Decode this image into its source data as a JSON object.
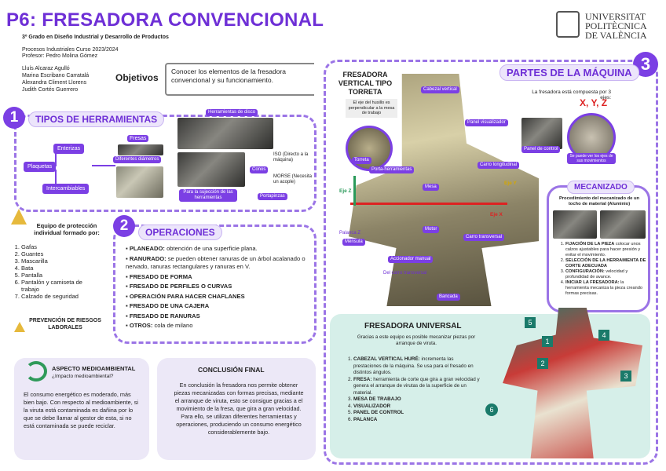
{
  "header": {
    "title": "P6: FRESADORA CONVENCIONAL",
    "degree": "3º Grado en Diseño Industrial y Desarrollo de Productos",
    "course": "Procesos Industriales Curso 2023/2024",
    "professor": "Profesor: Pedro Molina Gómez",
    "authors": [
      "Lluís Alcaraz Agulló",
      "Marina Escribano Carratalá",
      "Alexandra Climent Llorens",
      "Judith Cortés Guerrero"
    ],
    "university": [
      "UNIVERSITAT",
      "POLITÈCNICA",
      "DE VALÈNCIA"
    ]
  },
  "objetivos": {
    "label": "Objetivos",
    "text": "Conocer los elementos de la fresadora convencional y su funcionamiento."
  },
  "sec1": {
    "num": "1",
    "title": "TIPOS DE HERRAMIENTAS",
    "enterizas": "Enterizas",
    "plaquetas": "Plaquetas",
    "intercambiables": "Intercambiables",
    "fresas": "Fresas",
    "diferentes": "Diferentes diámetros",
    "discos": "Herramientas de disco",
    "conos": "Conos",
    "iso": "ISO (Directo a la máquina)",
    "morse": "MORSE (Necesita un acople)",
    "sujecion": "Para la sujección de las herramientas",
    "portapinzas": "Portapinzas"
  },
  "epi": {
    "title": "Equipo de protección individual formado por:",
    "items": [
      "Gafas",
      "Guantes",
      "Mascarilla",
      "Bata",
      "Pantalla",
      "Pantalón y camiseta de trabajo",
      "Calzado de seguridad"
    ],
    "riesgos": "PREVENCIÓN DE RIESGOS LABORALES"
  },
  "sec2": {
    "num": "2",
    "title": "OPERACIONES",
    "items": [
      {
        "b": "PLANEADO:",
        "t": " obtención de una superficie plana."
      },
      {
        "b": "RANURADO:",
        "t": " se pueden obtener ranuras de un árbol acalanado o nervado, ranuras rectangulares y ranuras en V."
      },
      {
        "b": "FRESADO DE FORMA",
        "t": ""
      },
      {
        "b": "FRESADO DE PERFILES O CURVAS",
        "t": ""
      },
      {
        "b": "OPERACIÓN PARA HACER CHAFLANES",
        "t": ""
      },
      {
        "b": "FRESADO DE UNA CAJERA",
        "t": ""
      },
      {
        "b": "FRESADO DE RANURAS",
        "t": ""
      },
      {
        "b": "OTROS:",
        "t": " cola de milano"
      }
    ]
  },
  "ambiente": {
    "title": "ASPECTO MEDIOAMBIENTAL",
    "question": "¿Impacto medioambiental?",
    "text": "El consumo energético es moderado, más bien bajo. Con respecto al medioambiente, si la viruta está contaminada es dañina por lo que se debe llamar al gestor de esta, si no está contaminada se puede reciclar."
  },
  "conclusion": {
    "title": "CONCLUSIÓN FINAL",
    "text": "En conclusión la fresadora nos permite obtener piezas mecanizadas con formas precisas, mediante el arranque de viruta, esto se consigue gracias a el movimiento de la fresa, que gira a gran velocidad. Para ello, se utilizan diferentes herramientas y operaciones, produciendo un consumo energético considerablemente bajo."
  },
  "sec3": {
    "num": "3",
    "title": "PARTES DE LA MÁQUINA",
    "machine": "FRESADORA VERTICAL TIPO TORRETA",
    "eje_note": "El eje del husillo es perpendicular a la mesa de trabajo",
    "axes_note": "La fresadora está compuesta por 3 ejes:",
    "axes": "X, Y, Z",
    "labels": {
      "cabezal": "Cabezal vertical",
      "panel": "Panel visualizador",
      "panelctrl": "Panel de control",
      "torreta": "Torreta",
      "porta": "Porta-herramientas",
      "carro_long": "Carro longitudinal",
      "mesa": "Mesa",
      "ejez": "Eje Z",
      "ejey": "Eje Y",
      "ejex": "Eje X",
      "motor": "Motor",
      "carro_trans": "Carro transversal",
      "palanca": "Palanca Z",
      "mensula": "Ménsula",
      "accionador": "Accionador manual",
      "del_carro": "Del carro transversal",
      "bancada": "Bancada",
      "remote": "Se puede ver los ejes de sus movimientos"
    }
  },
  "mecanizado": {
    "title": "MECANIZADO",
    "proc": "Procedimiento del mecanizado de un tocho de material (Aluminio)",
    "steps": [
      {
        "b": "FIJACIÓN DE LA PIEZA",
        "t": " colocar unos calzos ajustables para hacer presión y evitar el movimiento."
      },
      {
        "b": "SELECCIÓN DE LA HERRAMIENTA DE CORTE ADECUADA",
        "t": ""
      },
      {
        "b": "CONFIGURACIÓN:",
        "t": " velocidad y profundidad de avance."
      },
      {
        "b": "INICIAR LA FRESADORA:",
        "t": " la herramienta mecaniza la pieza creando formas precisas."
      }
    ]
  },
  "universal": {
    "title": "FRESADORA UNIVERSAL",
    "intro": "Gracias a este equipo es posible mecanizar piezas por arranque de viruta.",
    "items": [
      {
        "b": "CABEZAL VERTICAL HURÉ:",
        "t": " incrementa las prestaciones de la máquina. Se usa para el fresado en distintos ángulos."
      },
      {
        "b": "FRESA:",
        "t": " herramienta de corte que gira a gran velocidad y genera el arranque de virutas de la superficie de un material."
      },
      {
        "b": "MESA DE TRABAJO",
        "t": ""
      },
      {
        "b": "VISUALIZADOR",
        "t": ""
      },
      {
        "b": "PANEL DE CONTROL",
        "t": ""
      },
      {
        "b": "PALANCA",
        "t": ""
      }
    ],
    "markers": [
      "1",
      "2",
      "3",
      "4",
      "5",
      "6"
    ]
  },
  "colors": {
    "accent": "#7b3fe4",
    "title": "#6e2fd6",
    "teal": "#d6efe9",
    "lavender": "#ece8f7"
  }
}
